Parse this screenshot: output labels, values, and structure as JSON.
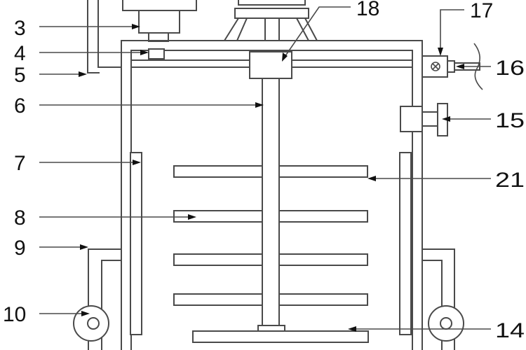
{
  "labels": {
    "l3": "3",
    "l4": "4",
    "l5": "5",
    "l6": "6",
    "l7": "7",
    "l8": "8",
    "l9": "9",
    "l10": "10",
    "l14": "14",
    "l15": "15",
    "l16": "16",
    "l17": "17",
    "l18": "18",
    "l21": "21"
  }
}
